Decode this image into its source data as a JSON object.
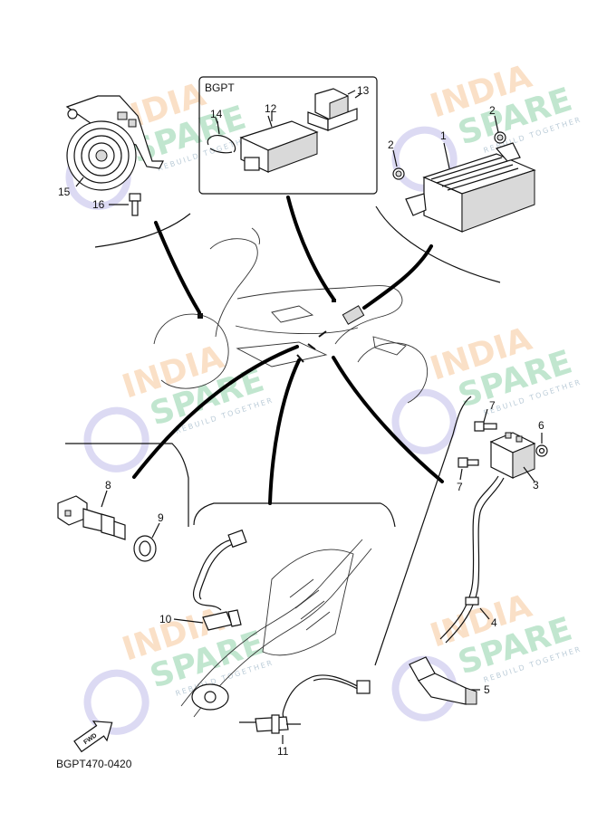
{
  "diagram": {
    "box_label": "BGPT",
    "reference_code": "BGPT470-0420",
    "fwd_label": "FWD",
    "callouts": [
      "1",
      "2",
      "2",
      "3",
      "4",
      "5",
      "6",
      "7",
      "7",
      "8",
      "9",
      "10",
      "11",
      "12",
      "13",
      "14",
      "15",
      "16"
    ]
  },
  "watermark": {
    "line1": "INDIA",
    "line2": "SPARE",
    "tagline": "REBUILD TOGETHER"
  },
  "colors": {
    "watermark_orange": "#f7c79a",
    "watermark_green": "#8fd3a9",
    "watermark_icon": "#b9b6e8",
    "line": "#111111"
  }
}
